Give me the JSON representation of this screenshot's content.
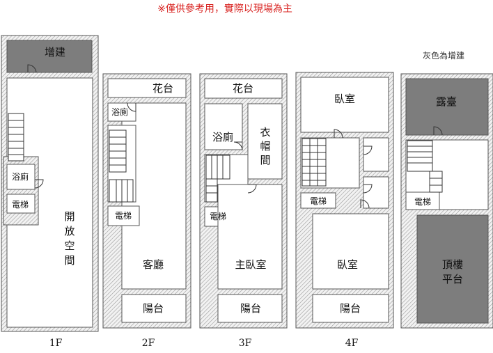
{
  "notice": "※僅供參考用，實際以現場為主",
  "legend": "灰色為增建",
  "floors": {
    "f1": {
      "label": "1F",
      "rooms": {
        "extension": "增建",
        "bath": "浴廁",
        "elevator": "電梯",
        "open_space": [
          "開",
          "放",
          "空",
          "間"
        ]
      }
    },
    "f2": {
      "label": "2F",
      "rooms": {
        "garden": "花台",
        "bath": "浴廁",
        "elevator": "電梯",
        "living": "客廳",
        "balcony": "陽台"
      }
    },
    "f3": {
      "label": "3F",
      "rooms": {
        "garden": "花台",
        "bath": "浴廁",
        "closet": [
          "衣",
          "帽",
          "間"
        ],
        "elevator": "電梯",
        "master": "主臥室",
        "balcony": "陽台"
      }
    },
    "f4": {
      "label": "4F",
      "rooms": {
        "bedroom_top": "臥室",
        "elevator": "電梯",
        "bedroom": "臥室",
        "balcony": "陽台"
      }
    },
    "f5": {
      "rooms": {
        "terrace": "露臺",
        "elevator": "電梯",
        "roof": [
          "頂樓",
          "平台"
        ]
      }
    }
  }
}
